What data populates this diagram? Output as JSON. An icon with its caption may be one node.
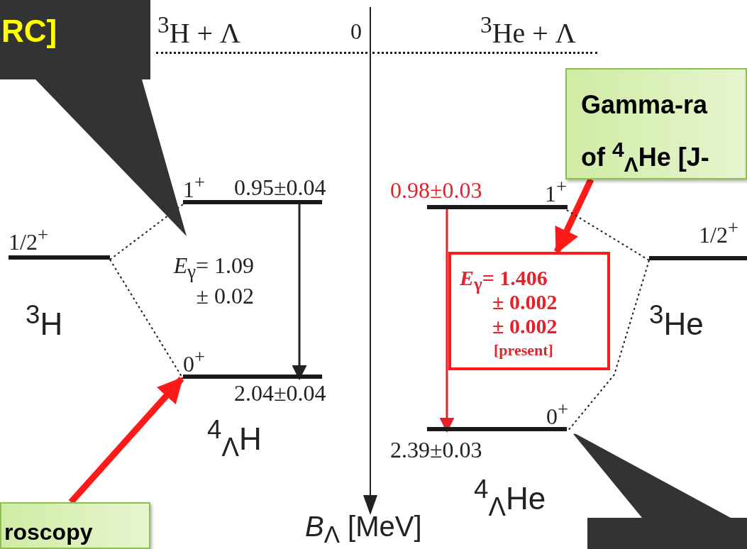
{
  "diagram": {
    "nodes": [
      {
        "text": [
          "RC]"
        ]
      },
      {
        "text": [
          "Gamma-ra of $^{4}$$_{Λ}$He [J-"
        ]
      },
      {
        "text": [
          "roscopy"
        ]
      },
      {
        "text": [],
        "shape": "box"
      },
      {
        "text": [
          "1/2$^{+}$"
        ],
        "beside": [
          "$^{3}$H"
        ]
      },
      {
        "text": [
          "1$^{+}$",
          "0.95±0.04"
        ]
      },
      {
        "text": [
          "0$^{+}$"
        ],
        "beside": [
          "2.04±0.04"
        ]
      },
      {
        "text": [
          "0.98±0.03",
          "1$^{+}$"
        ]
      },
      {
        "text": [
          "0$^{+}$"
        ],
        "beside": [
          "2.39±0.03"
        ]
      },
      {
        "text": [
          "1/2$^{+}$"
        ],
        "beside": [
          "$^{3}$He"
        ]
      },
      {
        "text": [
          "*E*$_{γ}$= 1.406",
          "± 0.002",
          "± 0.002",
          "[present]"
        ]
      },
      {
        "text": [
          "$^{3}$H + Λ",
          "0"
        ]
      },
      {
        "text": [
          "$^{3}$He + Λ"
        ]
      }
    ],
    "edges": [
      {
        "from": 0,
        "to": null,
        "arrow": "to"
      },
      {
        "from": 1,
        "to": 10,
        "arrow": "to",
        "style": "thick",
        "color": "#ff1a1a"
      },
      {
        "from": 2,
        "to": 6,
        "arrow": "to",
        "style": "thick",
        "color": "#ff1a1a"
      },
      {
        "from": 3,
        "to": 8,
        "arrow": "none"
      },
      {
        "from": 4,
        "to": 5,
        "arrow": "none",
        "style": "dashed"
      },
      {
        "from": 4,
        "to": 6,
        "arrow": "none",
        "style": "dashed"
      },
      {
        "from": 9,
        "to": 7,
        "arrow": "none",
        "style": "dashed"
      },
      {
        "from": 9,
        "to": 8,
        "arrow": "none",
        "style": "dashed"
      },
      {
        "from": 5,
        "to": 6,
        "arrow": "to"
      },
      {
        "from": 7,
        "to": 8,
        "arrow": "to",
        "color": "#e8202a"
      }
    ],
    "labels": [
      "*E*$_{γ}$= 1.09 ± 0.02",
      "$^{4}$$_{Λ}$H",
      "$^{4}$$_{Λ}$He",
      "*B*$_{Λ}$ [MeV]"
    ]
  }
}
